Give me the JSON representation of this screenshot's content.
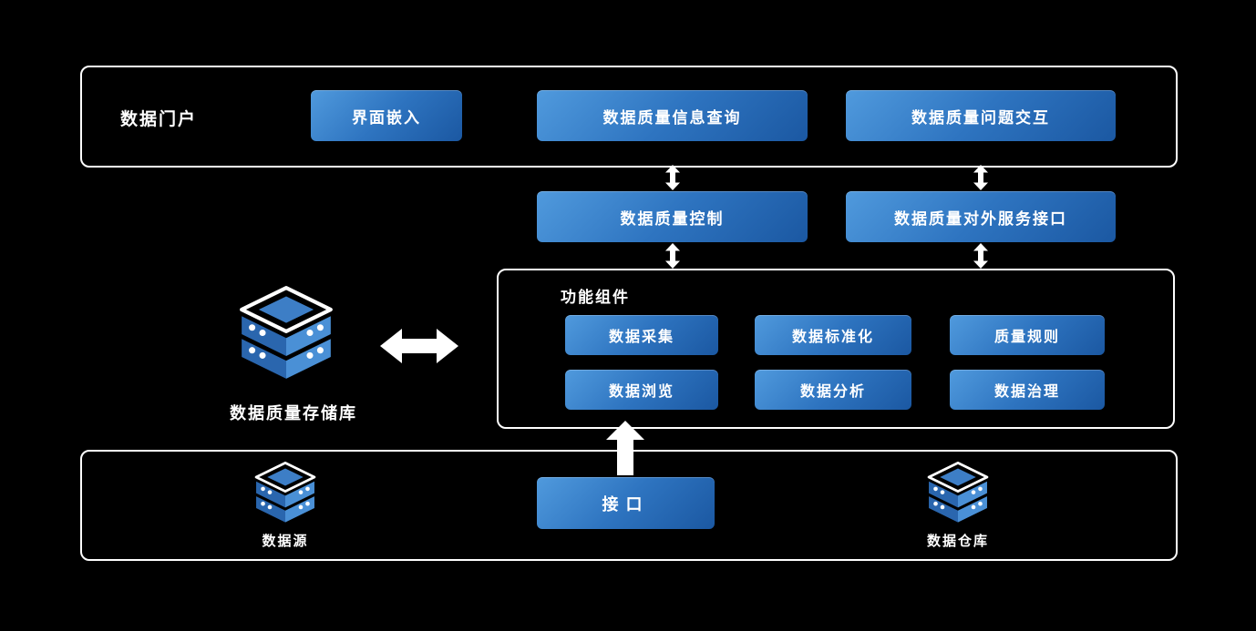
{
  "colors": {
    "background": "#000000",
    "frame_border": "#ffffff",
    "node_gradient_start": "#509add",
    "node_gradient_end": "#1b58a2",
    "text": "#ffffff",
    "icon_dark_blue": "#2a66ae",
    "icon_light_blue": "#4a90d6",
    "arrow": "#ffffff"
  },
  "portal": {
    "label": "数据门户",
    "nodes": [
      {
        "label": "界面嵌入"
      },
      {
        "label": "数据质量信息查询"
      },
      {
        "label": "数据质量问题交互"
      }
    ]
  },
  "service_layer": {
    "nodes": [
      {
        "label": "数据质量控制"
      },
      {
        "label": "数据质量对外服务接口"
      }
    ]
  },
  "components": {
    "label": "功能组件",
    "nodes": [
      {
        "label": "数据采集"
      },
      {
        "label": "数据标准化"
      },
      {
        "label": "质量规则"
      },
      {
        "label": "数据浏览"
      },
      {
        "label": "数据分析"
      },
      {
        "label": "数据治理"
      }
    ]
  },
  "repository": {
    "label": "数据质量存储库"
  },
  "data_layer": {
    "source": {
      "label": "数据源"
    },
    "interface": {
      "label": "接口"
    },
    "warehouse": {
      "label": "数据仓库"
    }
  },
  "icons": {
    "repository": "database-3d-icon",
    "source": "database-3d-icon",
    "warehouse": "database-3d-icon",
    "link_portal_control": "double-arrow-vertical-icon",
    "link_portal_service": "double-arrow-vertical-icon",
    "link_control_components": "double-arrow-vertical-icon",
    "link_service_components": "double-arrow-vertical-icon",
    "link_repository_components": "double-arrow-horizontal-icon",
    "link_interface_components": "arrow-up-icon"
  }
}
